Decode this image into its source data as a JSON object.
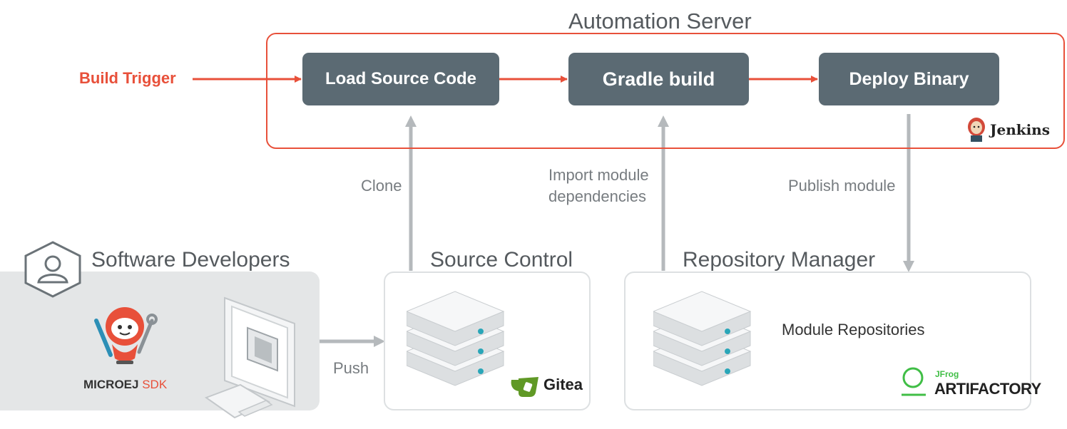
{
  "automation_server": {
    "title": "Automation Server",
    "steps": {
      "load": "Load Source Code",
      "gradle": "Gradle build",
      "deploy": "Deploy Binary"
    },
    "jenkins_label": "Jenkins"
  },
  "trigger": {
    "label": "Build Trigger"
  },
  "edges": {
    "clone": "Clone",
    "import_line1": "Import module",
    "import_line2": "dependencies",
    "publish": "Publish module",
    "push": "Push"
  },
  "developers": {
    "title": "Software Developers",
    "brand_main": "MICROEJ",
    "brand_suffix": "SDK"
  },
  "source_control": {
    "title": "Source Control",
    "gitea_label": "Gitea"
  },
  "repository_manager": {
    "title": "Repository Manager",
    "module_label": "Module Repositories",
    "jfrog_label": "JFrog",
    "artifactory_label": "ARTIFACTORY"
  },
  "colors": {
    "accent": "#e8503a",
    "step_fill": "#5b6a73",
    "arrow_gray": "#b5b9bc",
    "panel_fill": "#e4e6e7",
    "jfrog_green": "#40be46",
    "gitea_green": "#609926"
  },
  "icons": [
    "user-hex-icon",
    "mascot-icon",
    "computer-icon",
    "server-stack-icon",
    "gitea-icon",
    "jenkins-icon",
    "jfrog-icon"
  ]
}
